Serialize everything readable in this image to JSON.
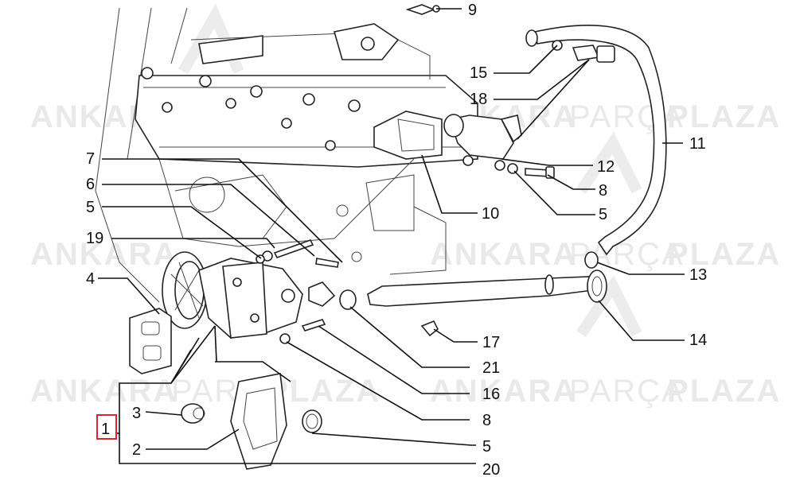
{
  "watermark": {
    "words": [
      "ANKARA",
      "PARÇA",
      "PLAZA"
    ],
    "color": "#e6e6e6"
  },
  "callouts": [
    {
      "id": "9",
      "label": "9"
    },
    {
      "id": "15",
      "label": "15"
    },
    {
      "id": "18",
      "label": "18"
    },
    {
      "id": "11",
      "label": "11"
    },
    {
      "id": "12",
      "label": "12"
    },
    {
      "id": "8a",
      "label": "8"
    },
    {
      "id": "5a",
      "label": "5"
    },
    {
      "id": "10",
      "label": "10"
    },
    {
      "id": "7",
      "label": "7"
    },
    {
      "id": "6",
      "label": "6"
    },
    {
      "id": "5b",
      "label": "5"
    },
    {
      "id": "19",
      "label": "19"
    },
    {
      "id": "4",
      "label": "4"
    },
    {
      "id": "13",
      "label": "13"
    },
    {
      "id": "14",
      "label": "14"
    },
    {
      "id": "17",
      "label": "17"
    },
    {
      "id": "21",
      "label": "21"
    },
    {
      "id": "16",
      "label": "16"
    },
    {
      "id": "8b",
      "label": "8"
    },
    {
      "id": "3",
      "label": "3"
    },
    {
      "id": "1",
      "label": "1",
      "highlight": "#d9262b"
    },
    {
      "id": "2",
      "label": "2"
    },
    {
      "id": "5c",
      "label": "5"
    },
    {
      "id": "20",
      "label": "20"
    }
  ]
}
